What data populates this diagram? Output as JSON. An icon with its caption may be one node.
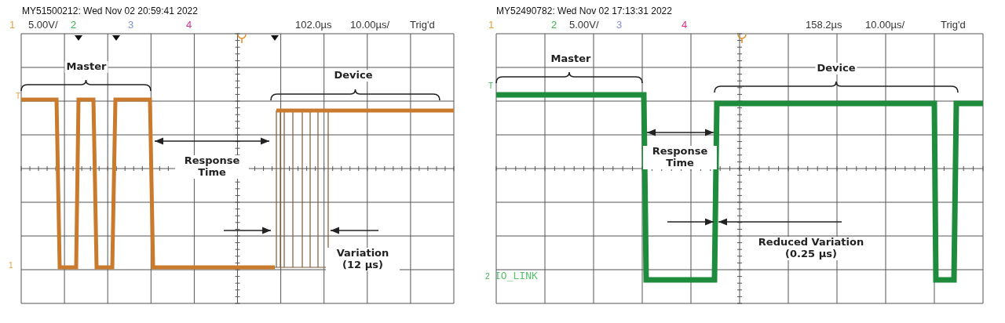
{
  "diagram": {
    "labels": [
      "MY51500212: Wed Nov 02 20:59:41 2022",
      "1",
      "5.00V/",
      "2",
      "3",
      "4",
      "102.0µs",
      "10.00µs/",
      "Trig'd",
      "Master",
      "Device",
      "T",
      "Response Time",
      "Variation (12 µs)",
      "1",
      "MY52490782: Wed Nov 02 17:13:31 2022",
      "1",
      "2",
      "5.00V/",
      "3",
      "4",
      "158.2µs",
      "10.00µs/",
      "Trig'd",
      "Master",
      "Device",
      "T",
      "Response Time",
      "Reduced Variation (0.25 µs)",
      "2",
      "IO_LINK"
    ]
  }
}
